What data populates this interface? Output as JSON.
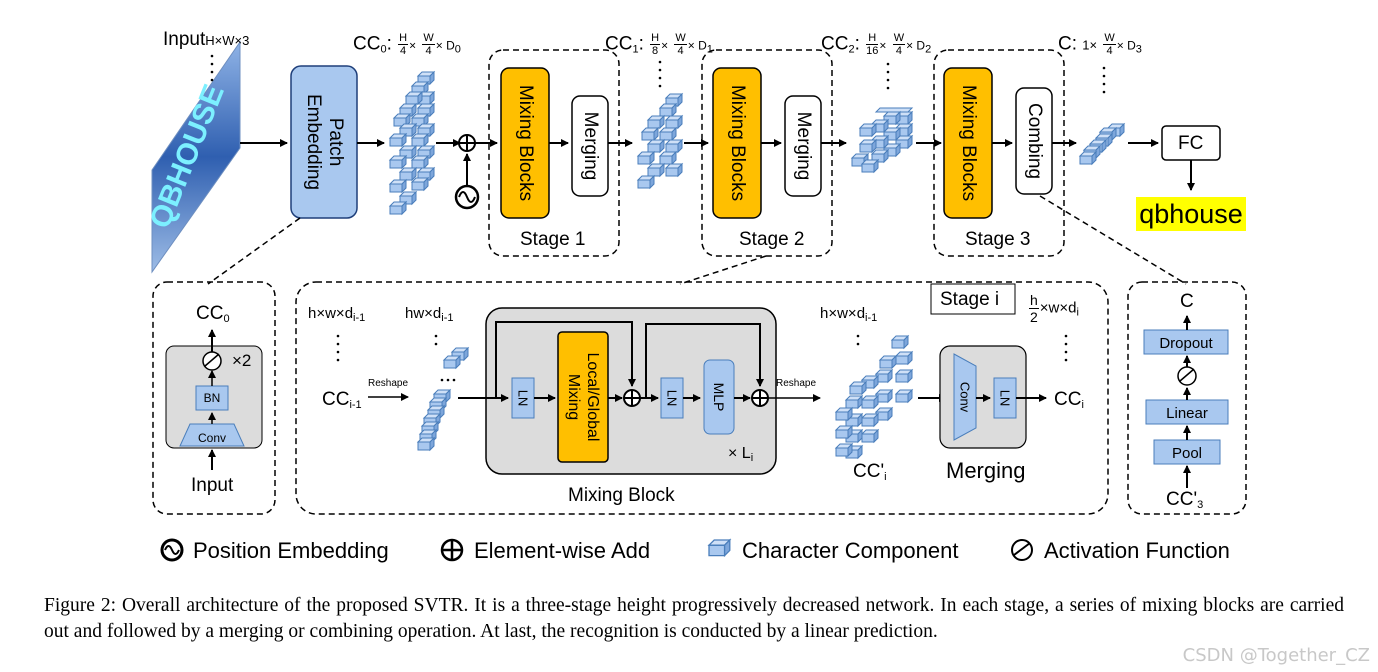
{
  "top": {
    "input_label": "Input",
    "input_shape": "H×W×3",
    "input_image_text": "QBHOUSE",
    "patch_embedding": [
      "Patch",
      "Embedding"
    ],
    "cc0": {
      "name": "CC",
      "sub": "0",
      "num1": "H",
      "den1": "4",
      "num2": "W",
      "den2": "4",
      "tail": "× D",
      "tail_sub": "0"
    },
    "cc1": {
      "name": "CC",
      "sub": "1",
      "num1": "H",
      "den1": "8",
      "num2": "W",
      "den2": "4",
      "tail": "× D",
      "tail_sub": "1"
    },
    "cc2": {
      "name": "CC",
      "sub": "2",
      "num1": "H",
      "den1": "16",
      "num2": "W",
      "den2": "4",
      "tail": "× D",
      "tail_sub": "2"
    },
    "c": {
      "name": "C:",
      "pre": "1×",
      "num2": "W",
      "den2": "4",
      "tail": "× D",
      "tail_sub": "3"
    },
    "mixing_blocks": "Mixing  Blocks",
    "merging": "Merging",
    "combing": "Combing",
    "stage1": "Stage 1",
    "stage2": "Stage 2",
    "stage3": "Stage 3",
    "fc": "FC",
    "output": "qbhouse"
  },
  "patch_detail": {
    "cc0": "CC",
    "cc0_sub": "0",
    "times2": "×2",
    "bn": "BN",
    "conv": "Conv",
    "input": "Input"
  },
  "stage_detail": {
    "shape_in": "h×w×d",
    "shape_in_sub": "i-1",
    "shape_flat": "hw×d",
    "shape_flat_sub": "i-1",
    "cc_in": "CC",
    "cc_in_sub": "i-1",
    "reshape1": "Reshape",
    "ln1": "LN",
    "local_global": [
      "Local/Global",
      "Mixing"
    ],
    "ln2": "LN",
    "mlp": "MLP",
    "times_li": "× L",
    "times_li_sub": "i",
    "reshape2": "Reshape",
    "mixing_block": "Mixing Block",
    "shape_out": "h×w×d",
    "shape_out_sub": "i-1",
    "cc_prime": "CC'",
    "cc_prime_sub": "i",
    "stage_i": "Stage i",
    "merge_num": "h",
    "merge_den": "2",
    "merge_tail": "×w×d",
    "merge_tail_sub": "i",
    "conv": "Conv",
    "ln3": "LN",
    "cc_i": "CC",
    "cc_i_sub": "i",
    "merging": "Merging"
  },
  "combining_detail": {
    "c": "C",
    "dropout": "Dropout",
    "linear": "Linear",
    "pool": "Pool",
    "cc3": "CC'",
    "cc3_sub": "3"
  },
  "legend": [
    {
      "icon": "position-embedding-icon",
      "label": "Position Embedding"
    },
    {
      "icon": "element-wise-add-icon",
      "label": "Element-wise Add"
    },
    {
      "icon": "character-component-icon",
      "label": "Character Component"
    },
    {
      "icon": "activation-function-icon",
      "label": "Activation Function"
    }
  ],
  "caption": "Figure 2: Overall architecture of the proposed SVTR. It is a three-stage height progressively decreased network. In each stage, a series of mixing blocks are carried out and followed by a merging or combining operation. At last, the recognition is conducted by a linear prediction.",
  "watermark": "CSDN @Together_CZ",
  "colors": {
    "orange": "#ffbf00",
    "blue_fill": "#a8c7ee",
    "blue_stroke": "#4a7ebb",
    "grey_fill": "#dcdcdc",
    "highlight": "#ffff00"
  }
}
